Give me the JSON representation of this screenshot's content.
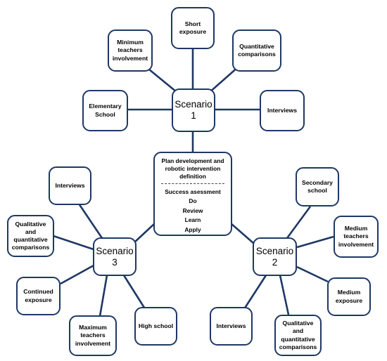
{
  "center": {
    "title": "Plan development and robotic intervention definition",
    "steps": [
      "Success asessment",
      "Do",
      "Review",
      "Learn",
      "Apply"
    ]
  },
  "scenario1": {
    "label": "Scenario\n1",
    "nodes": {
      "short": "Short exposure",
      "minimum": "Minimum teachers involvement",
      "quantitative": "Quantitative comparisons",
      "elementary": "Elementary School",
      "interviews": "Interviews"
    }
  },
  "scenario2": {
    "label": "Scenario\n2",
    "nodes": {
      "secondary": "Secondary school",
      "medium_teachers": "Medium teachers involvement",
      "medium_exposure": "Medium exposure",
      "qual_quant": "Qualitative and quantitative comparisons",
      "interviews": "Interviews"
    }
  },
  "scenario3": {
    "label": "Scenario\n3",
    "nodes": {
      "interviews": "Interviews",
      "qual_quant": "Qualitative and quantitative comparisons",
      "continued": "Continued exposure",
      "maximum": "Maximum teachers involvement",
      "high_school": "High school"
    }
  }
}
